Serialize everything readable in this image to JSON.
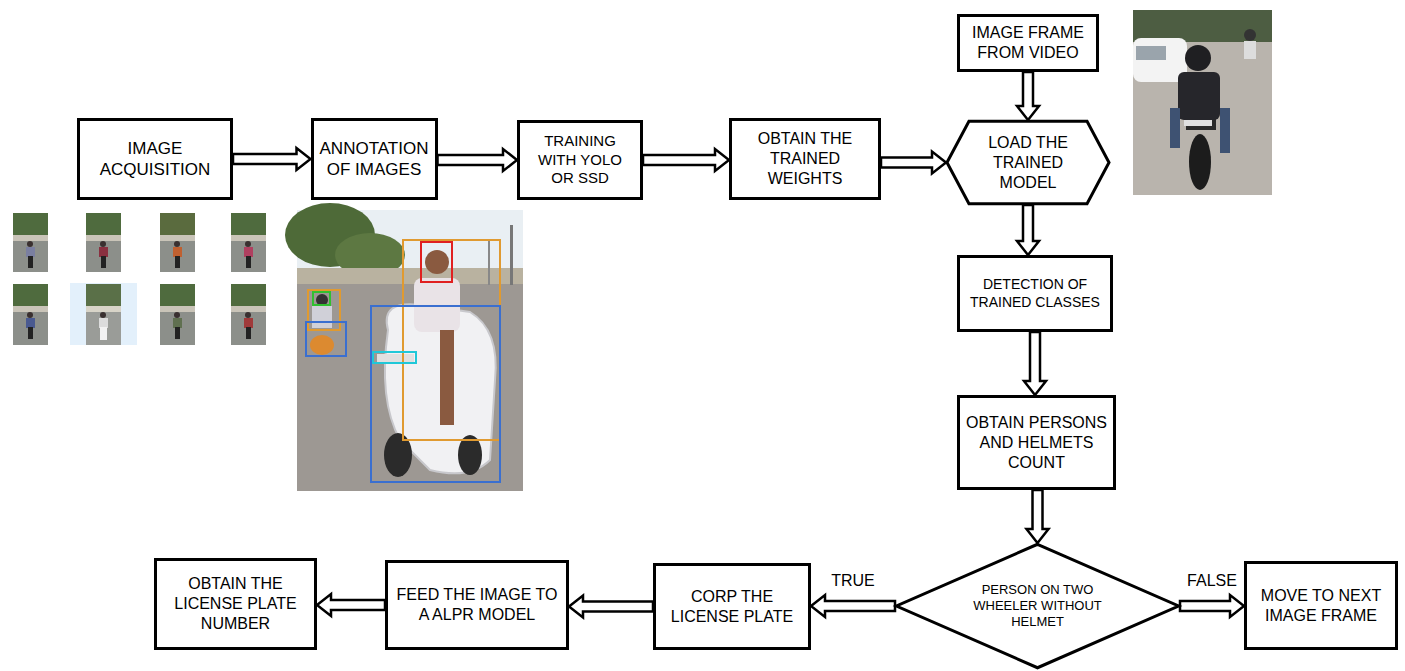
{
  "diagram": {
    "nodes": [
      {
        "text": [
          "IMAGE ACQUISITION"
        ]
      },
      {
        "text": [
          "ANNOTATION OF IMAGES"
        ]
      },
      {
        "text": [
          "TRAINING WITH YOLO OR SSD"
        ]
      },
      {
        "text": [
          "OBTAIN THE TRAINED WEIGHTS"
        ]
      },
      {
        "text": [
          "IMAGE FRAME FROM VIDEO"
        ]
      },
      {
        "text": [
          "LOAD THE TRAINED MODEL"
        ]
      },
      {
        "text": [
          "DETECTION OF TRAINED CLASSES"
        ]
      },
      {
        "text": [
          "OBTAIN PERSONS AND HELMETS COUNT"
        ]
      },
      {
        "text": [
          "PERSON ON TWO WHEELER WITHOUT HELMET"
        ]
      },
      {
        "text": [
          "CORP THE LICENSE PLATE"
        ]
      },
      {
        "text": [
          "FEED THE IMAGE TO A ALPR MODEL"
        ]
      },
      {
        "text": [
          "OBTAIN THE LICENSE PLATE NUMBER"
        ]
      },
      {
        "text": [
          "MOVE TO NEXT IMAGE FRAME"
        ]
      }
    ],
    "edges": [
      {
        "from": 0,
        "to": 1,
        "arrow": "to"
      },
      {
        "from": 1,
        "to": 2,
        "arrow": "to"
      },
      {
        "from": 2,
        "to": 3,
        "arrow": "to"
      },
      {
        "from": 3,
        "to": 5,
        "arrow": "to"
      },
      {
        "from": 4,
        "to": 5,
        "arrow": "to"
      },
      {
        "from": 5,
        "to": 6,
        "arrow": "to"
      },
      {
        "from": 6,
        "to": 7,
        "arrow": "to"
      },
      {
        "from": 7,
        "to": 8,
        "arrow": "to"
      },
      {
        "from": 8,
        "to": 9,
        "label": "TRUE",
        "arrow": "to"
      },
      {
        "from": 9,
        "to": 10,
        "arrow": "to"
      },
      {
        "from": 10,
        "to": 11,
        "arrow": "to"
      },
      {
        "from": 8,
        "to": 12,
        "label": "FALSE",
        "arrow": "to"
      }
    ]
  }
}
